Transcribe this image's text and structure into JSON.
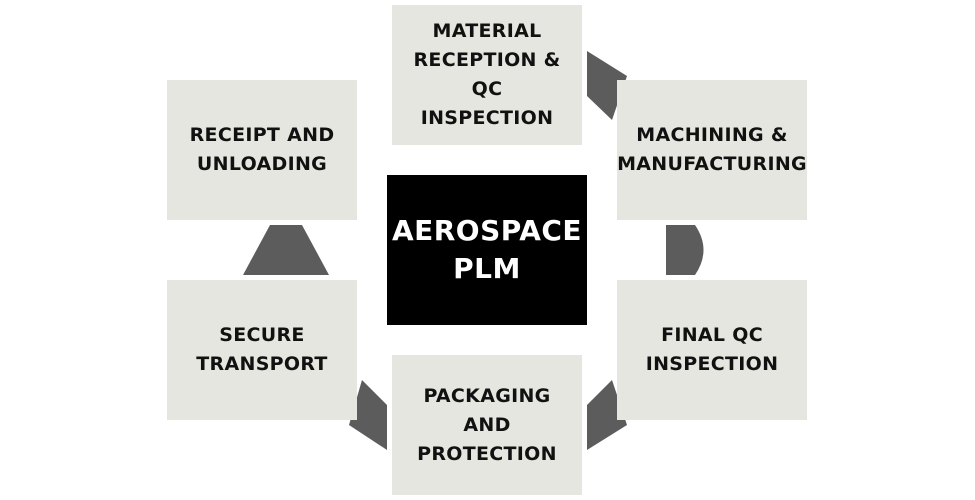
{
  "center": {
    "label": "AEROSPACE\nPLM",
    "color": "#000000"
  },
  "steps": [
    {
      "label": "MATERIAL\nRECEPTION & QC\nINSPECTION"
    },
    {
      "label": "MACHINING &\nMANUFACTURING"
    },
    {
      "label": "FINAL QC\nINSPECTION"
    },
    {
      "label": "PACKAGING AND\nPROTECTION"
    },
    {
      "label": "SECURE\nTRANSPORT"
    },
    {
      "label": "RECEIPT AND\nUNLOADING"
    }
  ],
  "colors": {
    "box": "#e6e6e0",
    "connector": "#5c5c5c",
    "text": "#111111"
  }
}
